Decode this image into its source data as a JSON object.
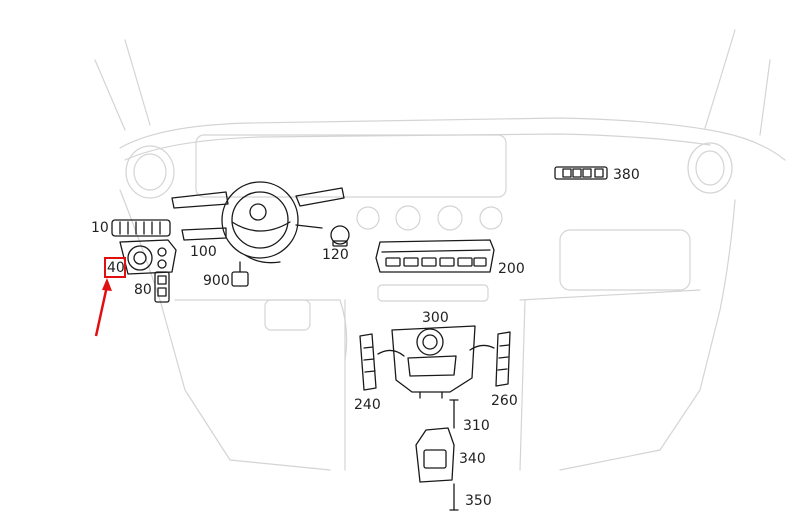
{
  "labels": {
    "p10": "10",
    "p40": "40",
    "p80": "80",
    "p100": "100",
    "p120": "120",
    "p200": "200",
    "p240": "240",
    "p260": "260",
    "p300": "300",
    "p310": "310",
    "p340": "340",
    "p350": "350",
    "p380": "380",
    "p900": "900"
  },
  "highlight": {
    "part": "40",
    "color": "#e01010"
  }
}
